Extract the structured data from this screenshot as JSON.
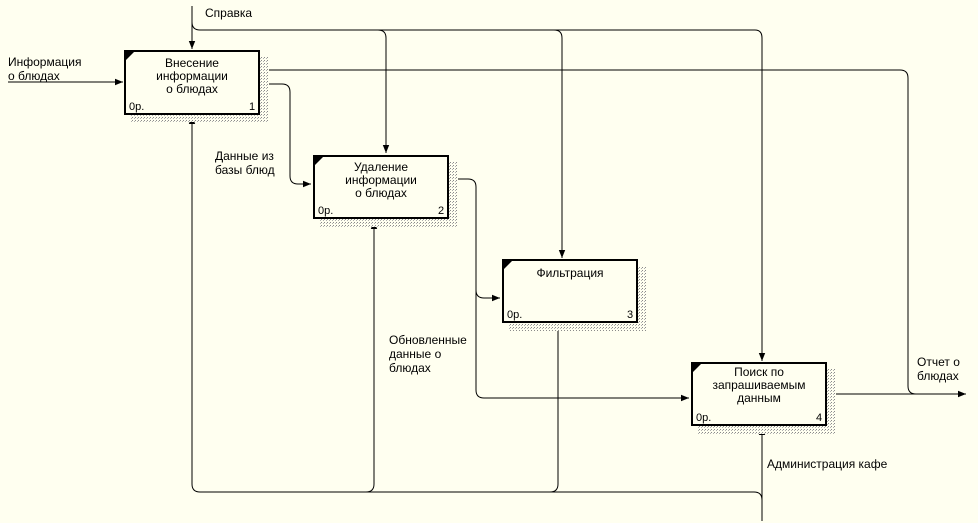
{
  "boxes": [
    {
      "id": "A1",
      "lines": [
        "Внесение",
        "информации",
        "о блюдах"
      ],
      "cost": "0р.",
      "number": "1"
    },
    {
      "id": "A2",
      "lines": [
        "Удаление",
        "информации",
        "о блюдах"
      ],
      "cost": "0р.",
      "number": "2"
    },
    {
      "id": "A3",
      "lines": [
        "Фильтрация"
      ],
      "cost": "0р.",
      "number": "3"
    },
    {
      "id": "A4",
      "lines": [
        "Поиск по",
        "запрашиваемым",
        "данным"
      ],
      "cost": "0р.",
      "number": "4"
    }
  ],
  "arrows": {
    "control": "Справка",
    "input": "Информация\nо блюдах",
    "a1_to_a2": "Данные из\nбазы блюд",
    "a2_out": "Обновленные\nданные о\nблюдах",
    "output": "Отчет о\nблюдах",
    "mechanism": "Администрация кафе"
  },
  "colors": {
    "background": "#fffff0",
    "line": "#000000",
    "shadow": "#9a9a9a"
  }
}
